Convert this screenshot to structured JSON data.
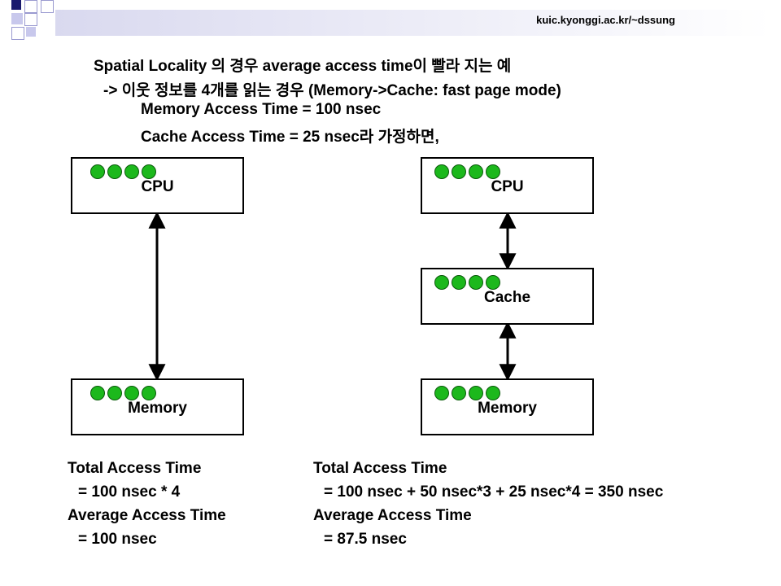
{
  "header": {
    "url": "kuic.kyonggi.ac.kr/~dssung"
  },
  "intro": {
    "line1": "Spatial Locality 의 경우 average access time이 빨라 지는 예",
    "line2": "-> 이웃 정보를 4개를 읽는 경우 (Memory->Cache: fast page mode)",
    "line3": "Memory Access Time = 100 nsec",
    "line4": "Cache Access Time = 25 nsec라 가정하면,"
  },
  "left": {
    "cpu_label": "CPU",
    "memory_label": "Memory",
    "total_label": "Total Access Time",
    "total_value": "= 100 nsec * 4",
    "avg_label": "Average Access Time",
    "avg_value": "= 100 nsec"
  },
  "right": {
    "cpu_label": "CPU",
    "cache_label": "Cache",
    "memory_label": "Memory",
    "total_label": "Total Access Time",
    "total_value": "= 100 nsec + 50 nsec*3 + 25 nsec*4 = 350 nsec",
    "avg_label": "Average Access Time",
    "avg_value": "= 87.5 nsec"
  },
  "colors": {
    "dot": "#1cb81c",
    "deco_navy": "#1a1a6e",
    "deco_lavender": "#c8c8ec"
  }
}
